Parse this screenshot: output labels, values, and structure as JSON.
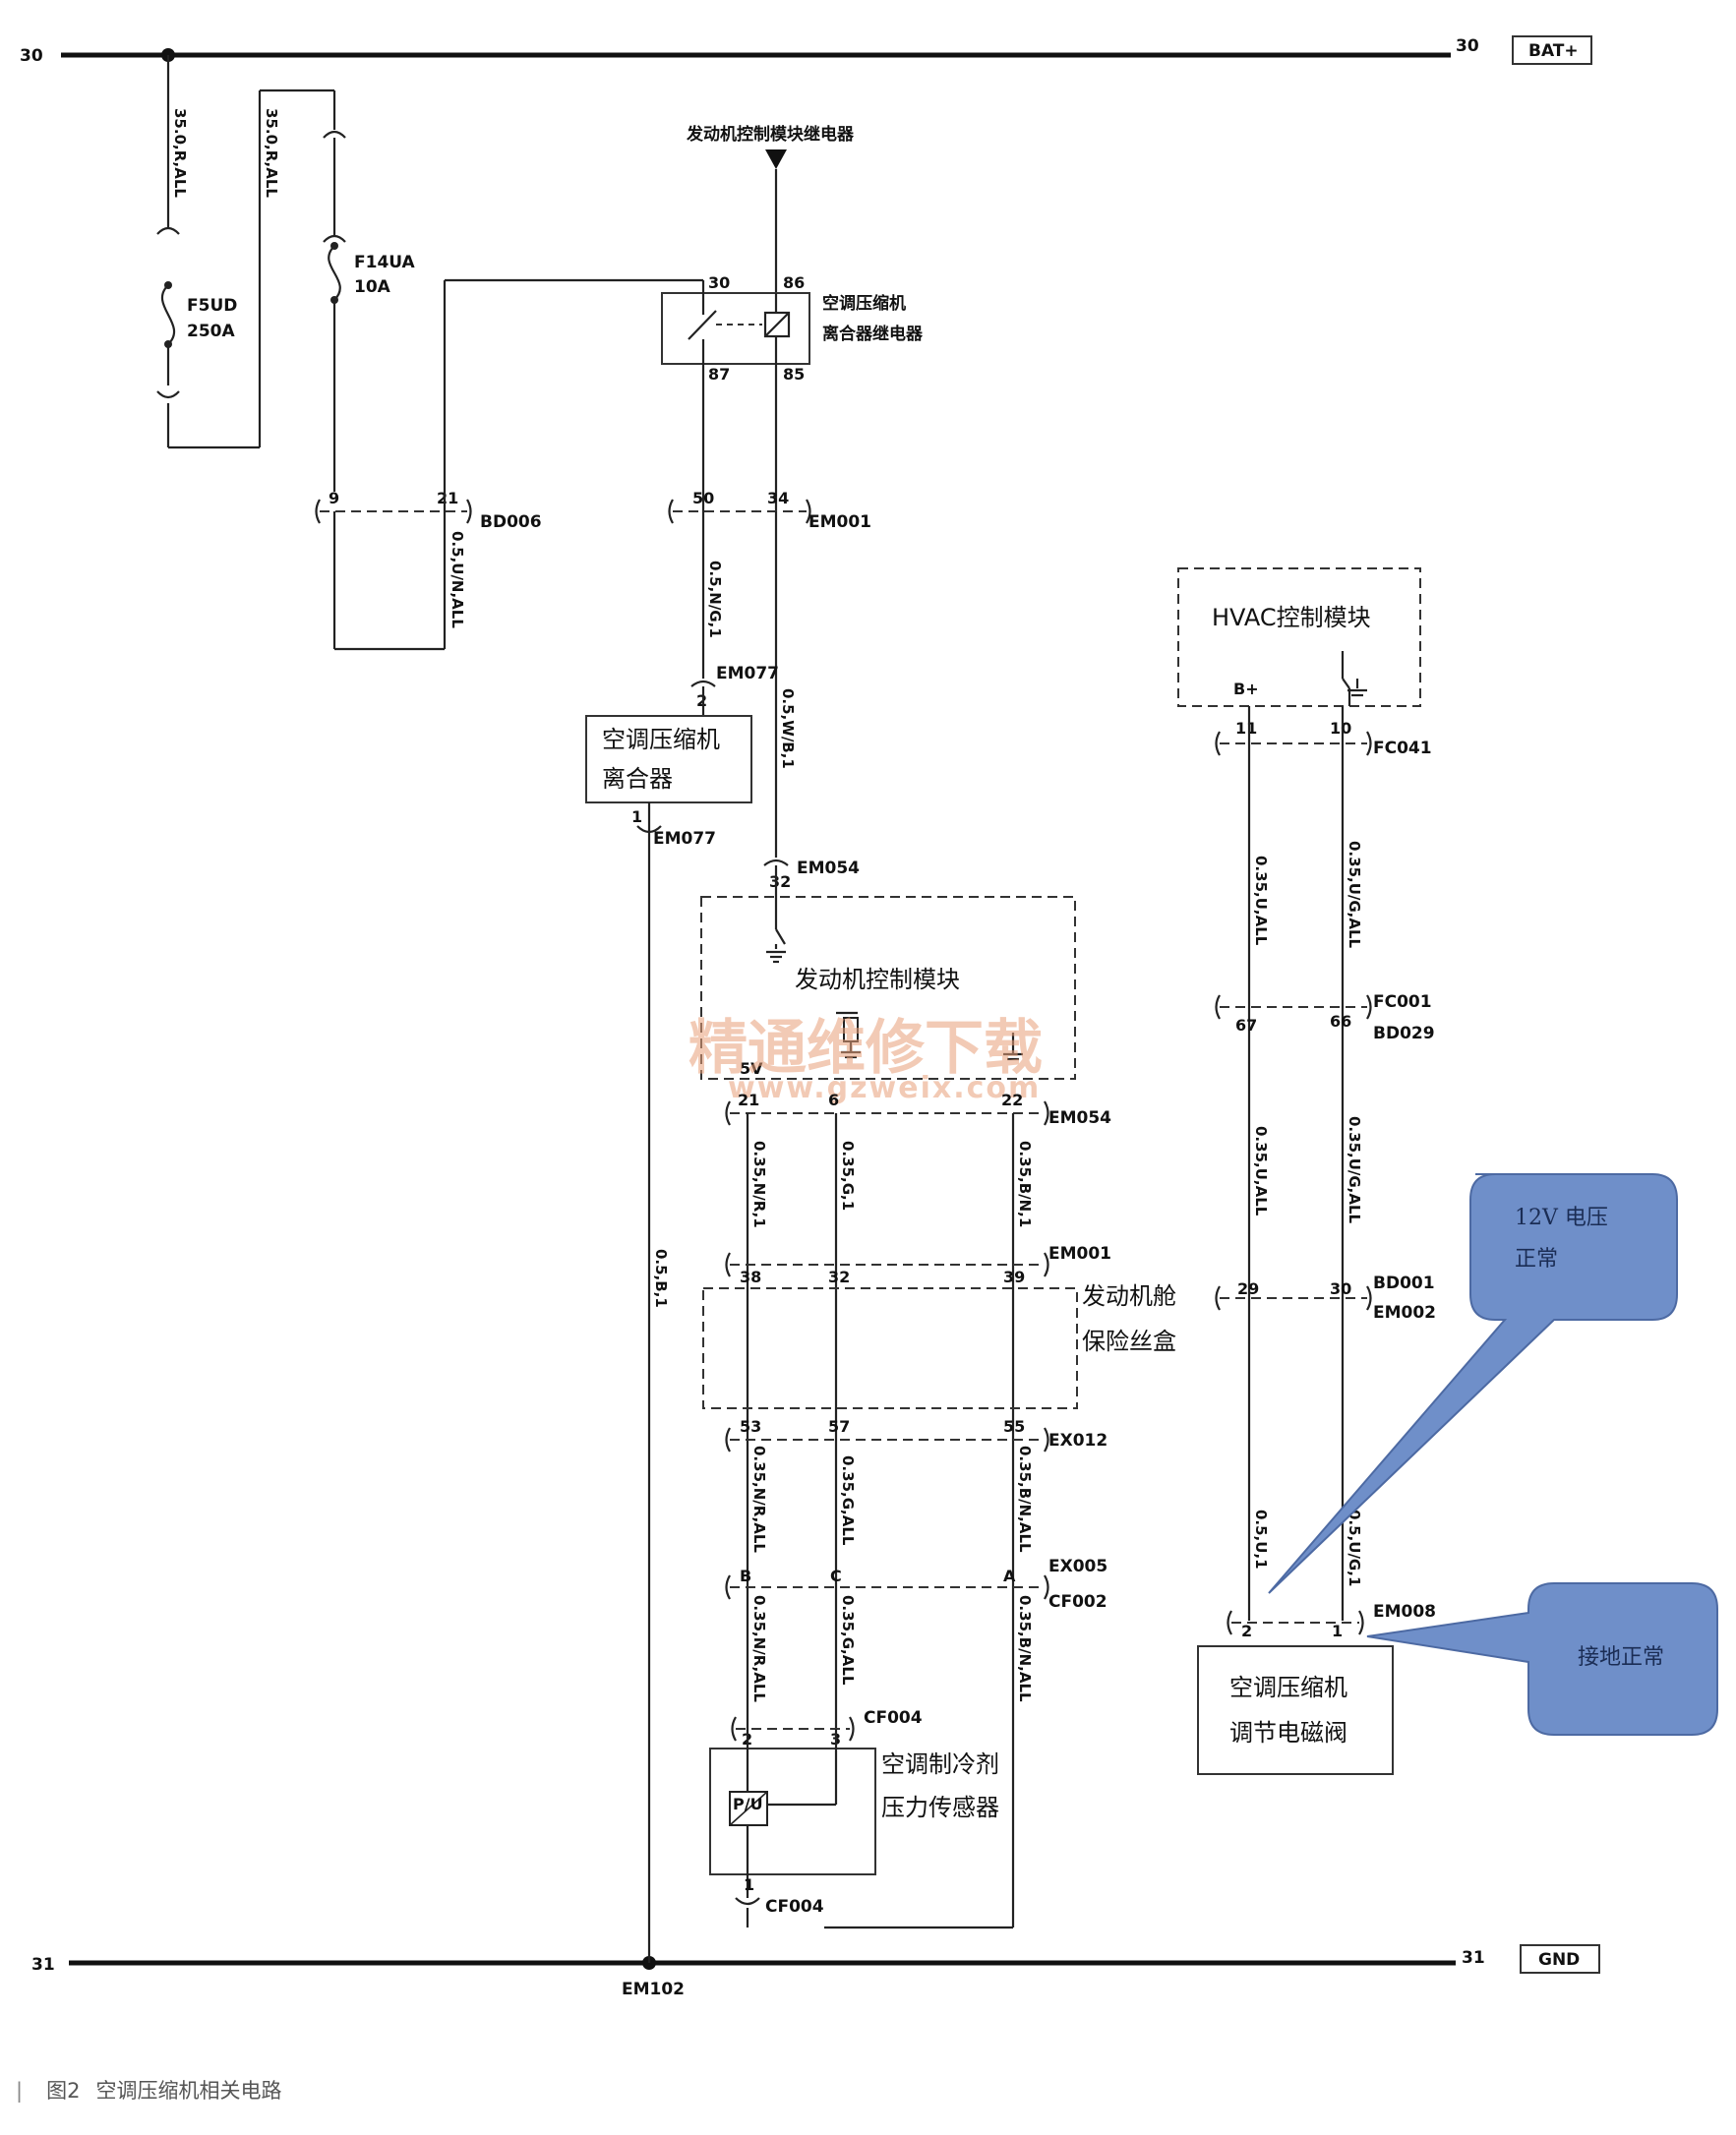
{
  "bus": {
    "top_left": "30",
    "top_right": "30",
    "bat": "BAT+",
    "bottom_left": "31",
    "bottom_right": "31",
    "gnd": "GND",
    "ground_point": "EM102"
  },
  "fuses": {
    "f5ud_name": "F5UD",
    "f5ud_rating": "250A",
    "f14ua_name": "F14UA",
    "f14ua_rating": "10A",
    "wire_a": "35.0,R,ALL",
    "wire_b": "35.0,R,ALL"
  },
  "relay": {
    "top_source": "发动机控制模块继电器",
    "label_line1": "空调压缩机",
    "label_line2": "离合器继电器",
    "pin_30": "30",
    "pin_86": "86",
    "pin_87": "87",
    "pin_85": "85"
  },
  "connectors": {
    "bd006": "BD006",
    "bd006_pin9": "9",
    "bd006_pin21": "21",
    "wire_bd006": "0.5,U/N,ALL",
    "em001_top": "EM001",
    "em001_pin50": "50",
    "em001_pin34": "34",
    "wire_clutch": "0.5,N/G,1",
    "wire_ecm85": "0.5,W/B,1",
    "em077_top": "EM077",
    "em077_pin2": "2",
    "em077_bottom": "EM077",
    "em077_pin1": "1",
    "em054_top": "EM054",
    "em054_pin32": "32",
    "em054_bottom": "EM054",
    "pin21": "21",
    "pin6": "6",
    "pin22": "22",
    "em001_mid": "EM001",
    "pin38": "38",
    "pin32": "32",
    "pin39": "39",
    "ex012": "EX012",
    "pin53": "53",
    "pin57": "57",
    "pin55": "55",
    "ex005": "EX005",
    "cf002": "CF002",
    "pinB": "B",
    "pinC": "C",
    "pinA": "A",
    "cf004_top": "CF004",
    "cf004_pin2": "2",
    "cf004_pin3": "3",
    "cf004_bottom": "CF004",
    "cf004_pin1": "1",
    "fc041": "FC041",
    "fc_pin11": "11",
    "fc_pin10": "10",
    "fc001": "FC001",
    "bd029": "BD029",
    "pin67": "67",
    "pin66": "66",
    "bd001": "BD001",
    "em002": "EM002",
    "pin29": "29",
    "pin30": "30",
    "em008": "EM008",
    "em008_pin2": "2",
    "em008_pin1": "1"
  },
  "wires": {
    "w1": "0.35,N/R,1",
    "w2": "0.35,G,1",
    "w3": "0.35,B/N,1",
    "w4": "0.35,N/R,ALL",
    "w5": "0.35,G,ALL",
    "w6": "0.35,B/N,ALL",
    "w7": "0.35,N/R,ALL",
    "w8": "0.35,G,ALL",
    "w9": "0.35,B/N,ALL",
    "ground": "0.5,B,1",
    "hv1": "0.35,U,ALL",
    "hv2": "0.35,U/G,ALL",
    "hv3": "0.35,U,ALL",
    "hv4": "0.35,U/G,ALL",
    "hv5": "0.5,U,1",
    "hv6": "0.5,U/G,1"
  },
  "modules": {
    "clutch_line1": "空调压缩机",
    "clutch_line2": "离合器",
    "ecm": "发动机控制模块",
    "ecm_5v": "5V",
    "fusebox_line1": "发动机舱",
    "fusebox_line2": "保险丝盒",
    "sensor_line1": "空调制冷剂",
    "sensor_line2": "压力传感器",
    "sensor_symbol": "P/U",
    "hvac": "HVAC控制模块",
    "hvac_bplus": "B+",
    "valve_line1": "空调压缩机",
    "valve_line2": "调节电磁阀"
  },
  "callouts": {
    "voltage_line1": "12V 电压",
    "voltage_line2": "正常",
    "ground": "接地正常"
  },
  "watermark": {
    "cn": "精通维修下载",
    "url": "www.gzweix.com"
  },
  "caption": {
    "bar": "|",
    "number": "图2",
    "text": "空调压缩机相关电路"
  }
}
